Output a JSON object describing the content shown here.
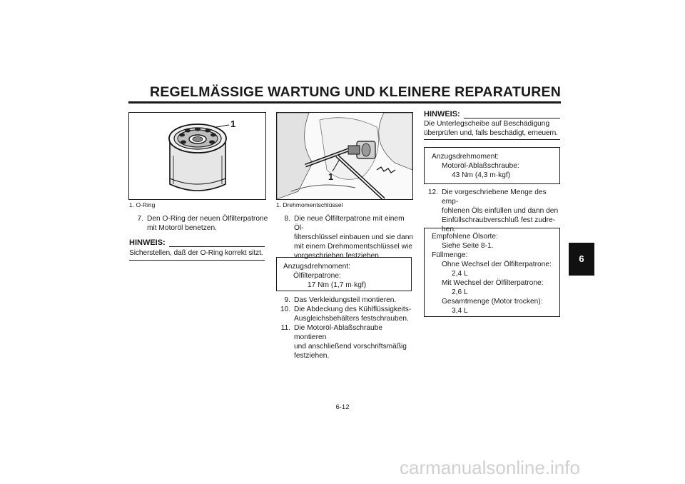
{
  "header": {
    "title": "REGELMÄSSIGE WARTUNG UND KLEINERE REPARATUREN"
  },
  "side_tab": {
    "label": "6"
  },
  "col1": {
    "figure_callout": "1",
    "caption": "1.  O-Ring",
    "step_num": "7.",
    "step_text_1": "Den O-Ring der neuen Ölfilterpatrone",
    "step_text_2": "mit Motoröl benetzen.",
    "hinweis_label": "HINWEIS:",
    "hinweis_text": "Sicherstellen, daß der O-Ring korrekt sitzt."
  },
  "col2": {
    "figure_callout": "1",
    "caption": "1.  Drehmomentschlüssel",
    "step8_num": "8.",
    "step8_lines": [
      "Die neue Ölfilterpatrone mit einem Öl-",
      "filterschlüssel einbauen und sie dann",
      "mit einem Drehmomentschlüssel wie",
      "vorgeschrieben festziehen."
    ],
    "box_line1": "Anzugsdrehmoment:",
    "box_line2": "Ölfilterpatrone:",
    "box_line3": "17 Nm (1,7 m·kgf)",
    "step9_num": "9.",
    "step9_text": "Das Verkleidungsteil montieren.",
    "step10_num": "10.",
    "step10_lines": [
      "Die Abdeckung des Kühlflüssigkeits-",
      "Ausgleichsbehälters festschrauben."
    ],
    "step11_num": "11.",
    "step11_lines": [
      "Die Motoröl-Ablaßschraube montieren",
      "und anschließend vorschriftsmäßig",
      "festziehen."
    ]
  },
  "col3": {
    "hinweis_label": "HINWEIS:",
    "hinweis_lines": [
      "Die Unterlegscheibe auf Beschädigung",
      "überprüfen und, falls beschädigt, erneuern."
    ],
    "box1_line1": "Anzugsdrehmoment:",
    "box1_line2": "Motoröl-Ablaßschraube:",
    "box1_line3": "43 Nm (4,3 m·kgf)",
    "step12_num": "12.",
    "step12_lines": [
      "Die vorgeschriebene Menge des emp-",
      "fohlenen Öls einfüllen und dann den",
      "Einfüllschraubverschluß fest zudre-",
      "hen."
    ],
    "box2_lines": [
      "Empfohlene Ölsorte:",
      "Siehe Seite 8-1.",
      "Füllmenge:",
      "Ohne Wechsel der Ölfilterpatrone:",
      "2,4 L",
      "Mit Wechsel der Ölfilterpatrone:",
      "2,6 L",
      "Gesamtmenge (Motor trocken):",
      "3,4 L"
    ]
  },
  "footer": {
    "page_number": "6-12",
    "watermark": "carmanualsonline.info"
  }
}
